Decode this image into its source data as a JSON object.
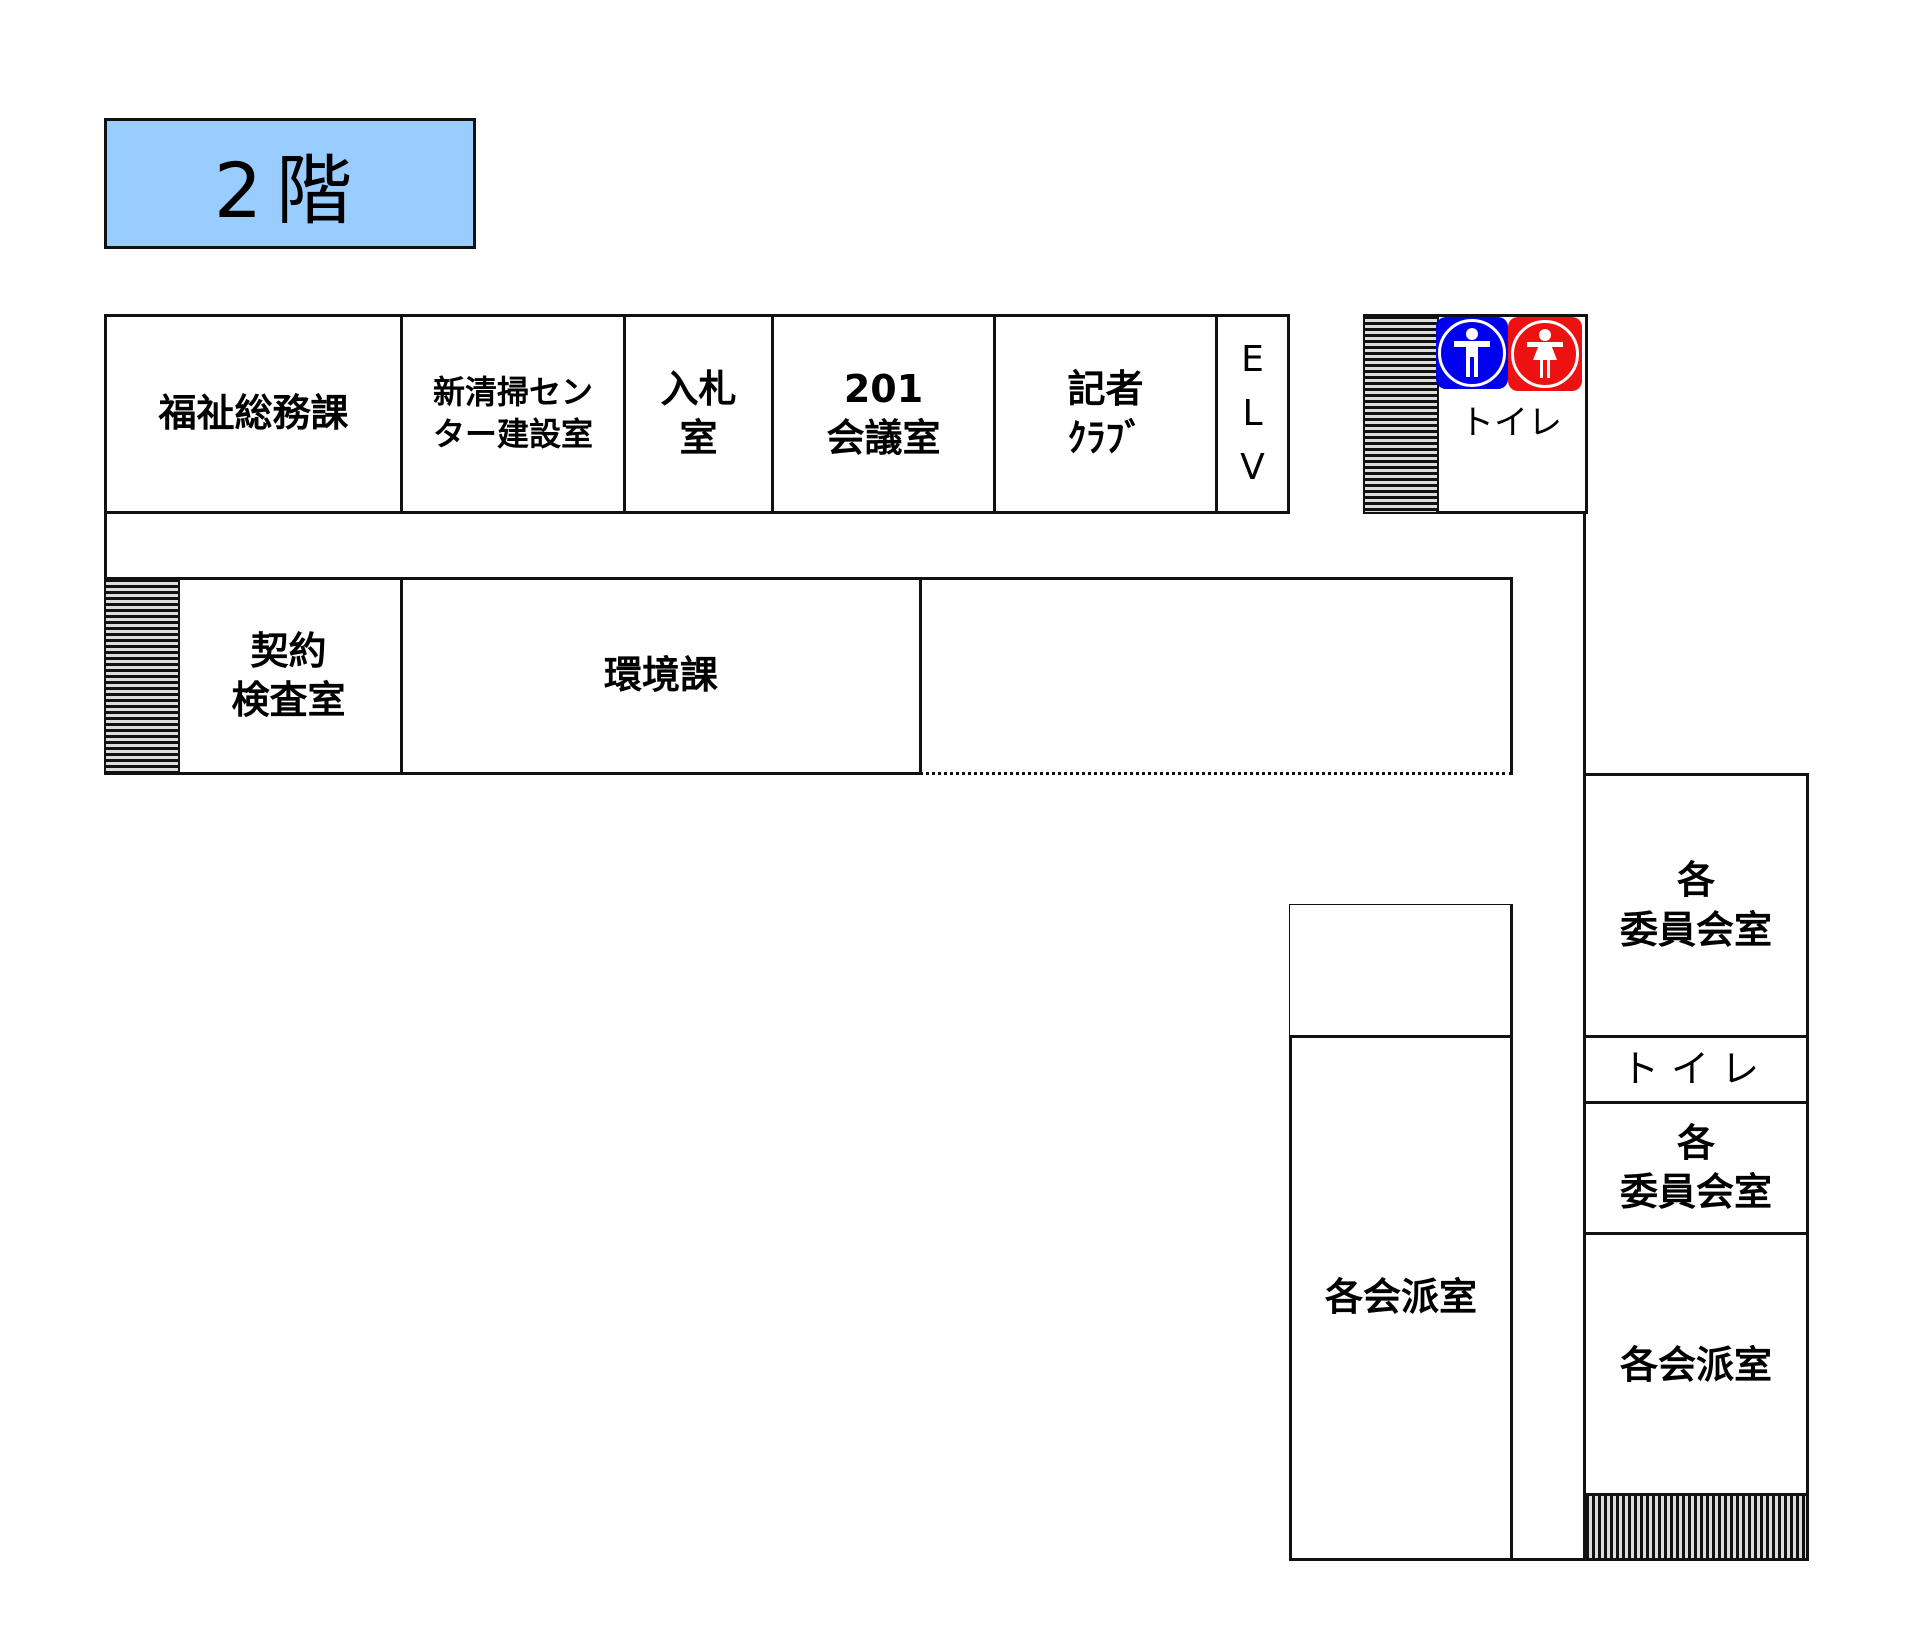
{
  "floor_title": "2階",
  "colors": {
    "title_bg": "#99CCFF",
    "male_icon": "#0000EE",
    "female_icon": "#EE1111",
    "line": "#111111"
  },
  "rooms_top_row": [
    {
      "id": "welfare",
      "label": "福祉総務課"
    },
    {
      "id": "cleaning-center",
      "label": "新清掃セン\nター建設室"
    },
    {
      "id": "bidding",
      "label": "入札\n室"
    },
    {
      "id": "conference-201",
      "label": "201\n会議室"
    },
    {
      "id": "press-club",
      "label": "記者\nｸﾗﾌﾞ"
    },
    {
      "id": "elevator",
      "label": "E\nL\nV"
    }
  ],
  "restroom_top": {
    "label": "トイレ",
    "icons": [
      "male-restroom-icon",
      "female-restroom-icon"
    ]
  },
  "rooms_second_row": [
    {
      "id": "contract-inspection",
      "label": "契約\n検査室"
    },
    {
      "id": "environment",
      "label": "環境課"
    },
    {
      "id": "unlabeled",
      "label": ""
    }
  ],
  "right_wing": [
    {
      "id": "committee-1",
      "label": "各\n委員会室"
    },
    {
      "id": "restroom-2",
      "label": "トイレ"
    },
    {
      "id": "committee-2",
      "label": "各\n委員会室"
    },
    {
      "id": "faction-2",
      "label": "各会派室"
    }
  ],
  "lower_left_rooms": [
    {
      "id": "small-room",
      "label": ""
    },
    {
      "id": "faction-1",
      "label": "各会派室"
    }
  ]
}
